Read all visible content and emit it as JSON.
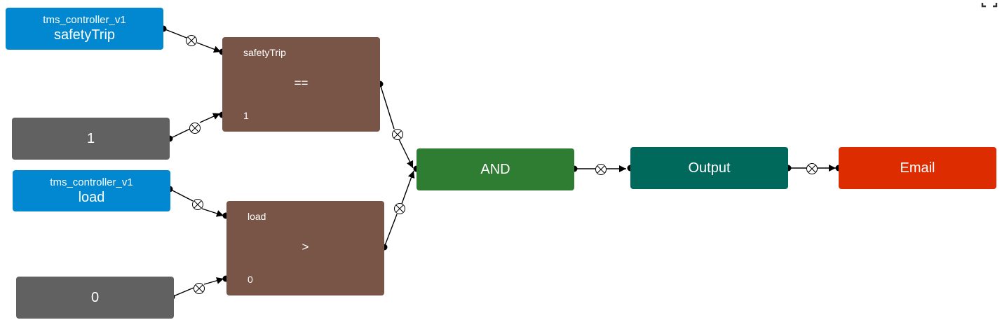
{
  "nodes": {
    "source_safety": {
      "sub": "tms_controller_v1",
      "main": "safetyTrip"
    },
    "const_one": {
      "value": "1"
    },
    "source_load": {
      "sub": "tms_controller_v1",
      "main": "load"
    },
    "const_zero": {
      "value": "0"
    },
    "op_equals": {
      "input1": "safetyTrip",
      "symbol": "==",
      "input2": "1"
    },
    "op_greater": {
      "input1": "load",
      "symbol": ">",
      "input2": "0"
    },
    "and": {
      "label": "AND"
    },
    "output": {
      "label": "Output"
    },
    "email": {
      "label": "Email"
    }
  },
  "colors": {
    "source": "#0288d1",
    "constant": "#616161",
    "operator": "#795548",
    "and": "#2e7d32",
    "output": "#00695c",
    "email": "#dd2c00"
  },
  "icons": {
    "connector": "circled-times-icon",
    "fullscreen": "fullscreen-icon"
  }
}
